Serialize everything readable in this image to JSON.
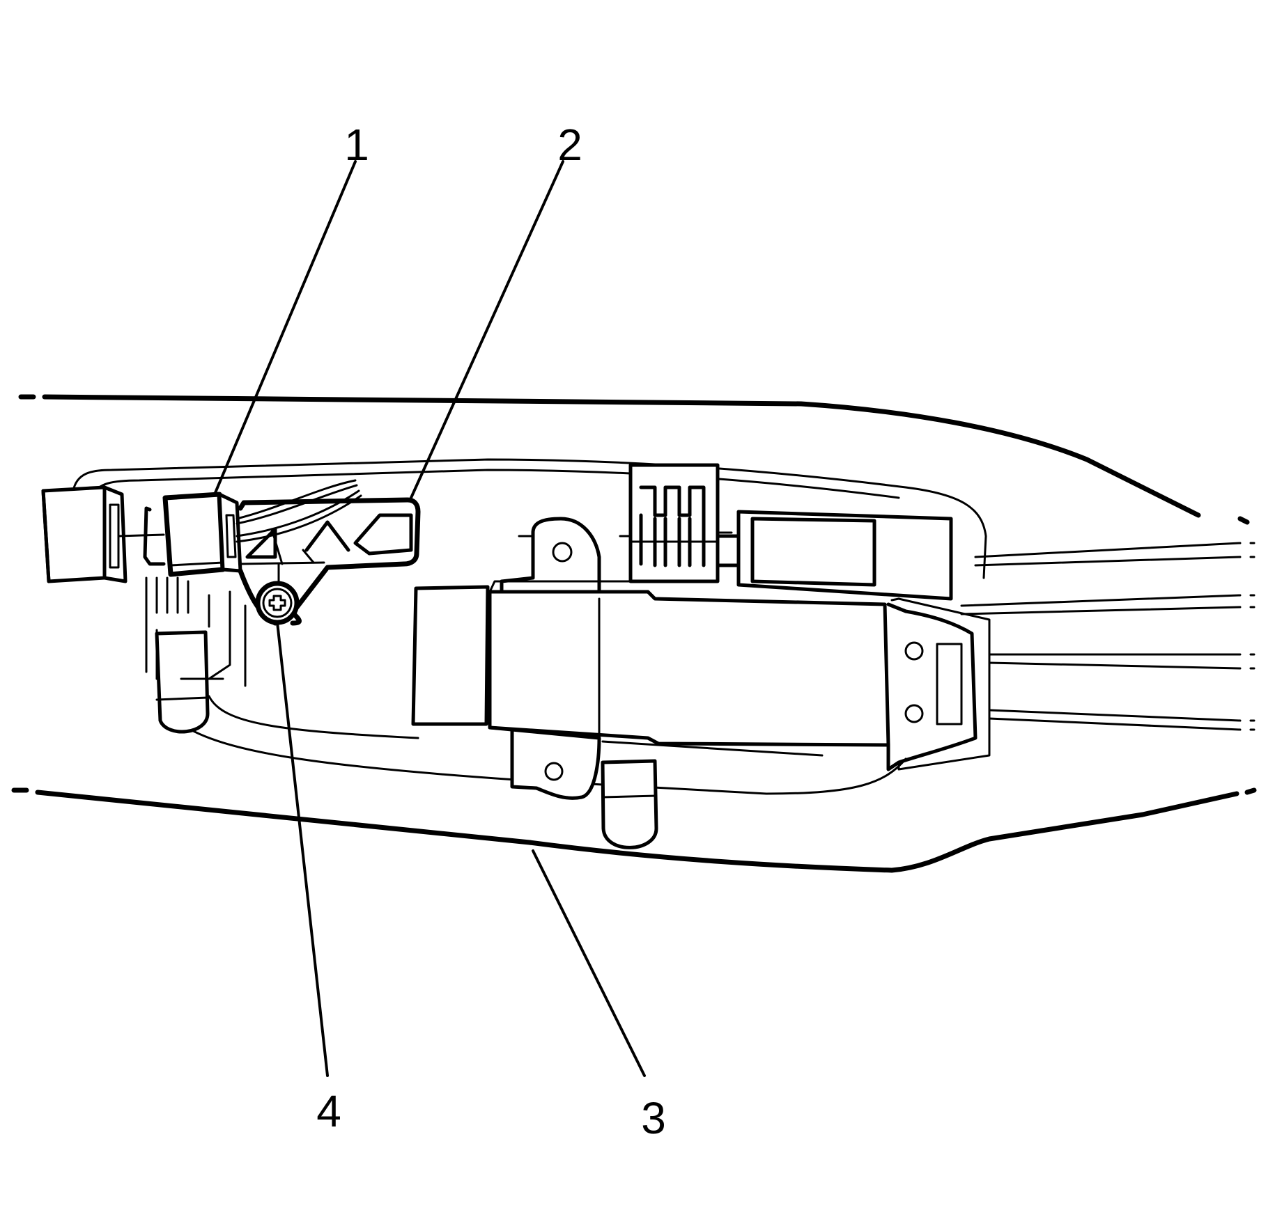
{
  "callouts": [
    {
      "id": "1",
      "label": "1"
    },
    {
      "id": "2",
      "label": "2"
    },
    {
      "id": "3",
      "label": "3"
    },
    {
      "id": "4",
      "label": "4"
    }
  ],
  "icons": {
    "screw": "phillips-screw-icon"
  }
}
